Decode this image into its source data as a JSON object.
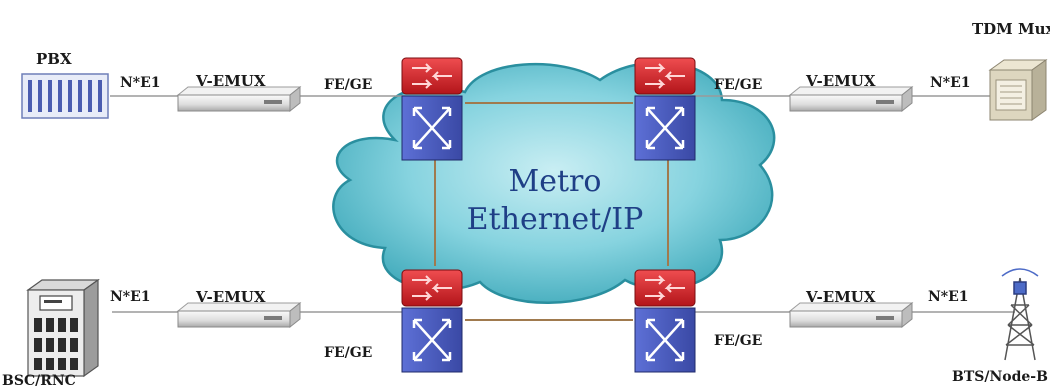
{
  "labels": {
    "pbx": "PBX",
    "bsc_rnc": "BSC/RNC",
    "tdm_mux": "TDM Mux",
    "bts_nodeb": "BTS/Node-B",
    "ne1_tl": "N*E1",
    "ne1_tr": "N*E1",
    "ne1_bl": "N*E1",
    "ne1_br": "N*E1",
    "vemux_tl": "V-EMUX",
    "vemux_tr": "V-EMUX",
    "vemux_bl": "V-EMUX",
    "vemux_br": "V-EMUX",
    "fege_tl": "FE/GE",
    "fege_tr": "FE/GE",
    "fege_bl": "FE/GE",
    "fege_br": "FE/GE"
  },
  "cloud": {
    "line1": "Metro",
    "line2": "Ethernet/IP"
  },
  "colors": {
    "cloud_fill": "#74c9d6",
    "cloud_stroke": "#2a8f9f",
    "link": "#a07a4e",
    "switch_top": "#d7262b",
    "switch_body": "#4a5cc2",
    "text_cloud": "#1f3f86"
  },
  "icons": {
    "pbx": "pbx-rack-icon",
    "bsc": "bsc-cabinet-icon",
    "tdm": "tdm-mux-box-icon",
    "bts": "bts-tower-icon",
    "switch": "network-switch-icon",
    "mux": "rack-unit-icon"
  }
}
